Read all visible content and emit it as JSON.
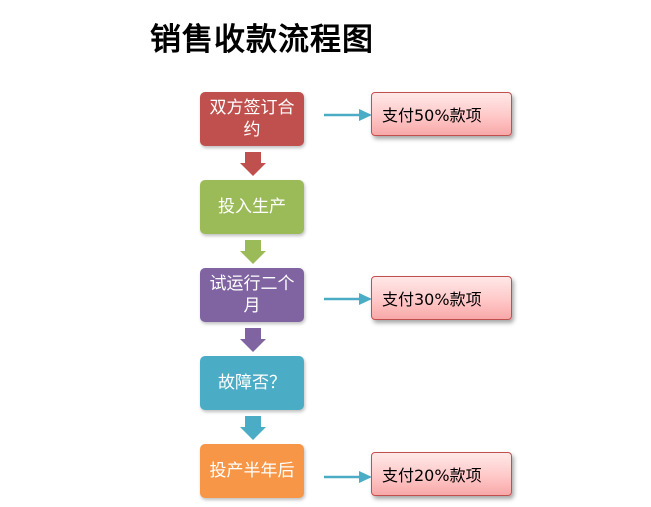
{
  "title": "销售收款流程图",
  "steps": [
    {
      "label": "双方签订合约",
      "color": "#c0504d"
    },
    {
      "label": "投入生产",
      "color": "#9bbb59"
    },
    {
      "label": "试运行二个月",
      "color": "#8064a2"
    },
    {
      "label": "故障否？",
      "color": "#4bacc6"
    },
    {
      "label": "投产半年后",
      "color": "#f79646"
    }
  ],
  "payments": [
    {
      "label": "支付50%款项"
    },
    {
      "label": "支付30%款项"
    },
    {
      "label": "支付20%款项"
    }
  ],
  "colors": {
    "connector_arrow": "#4bacc6",
    "payment_border": "#c0504d"
  }
}
